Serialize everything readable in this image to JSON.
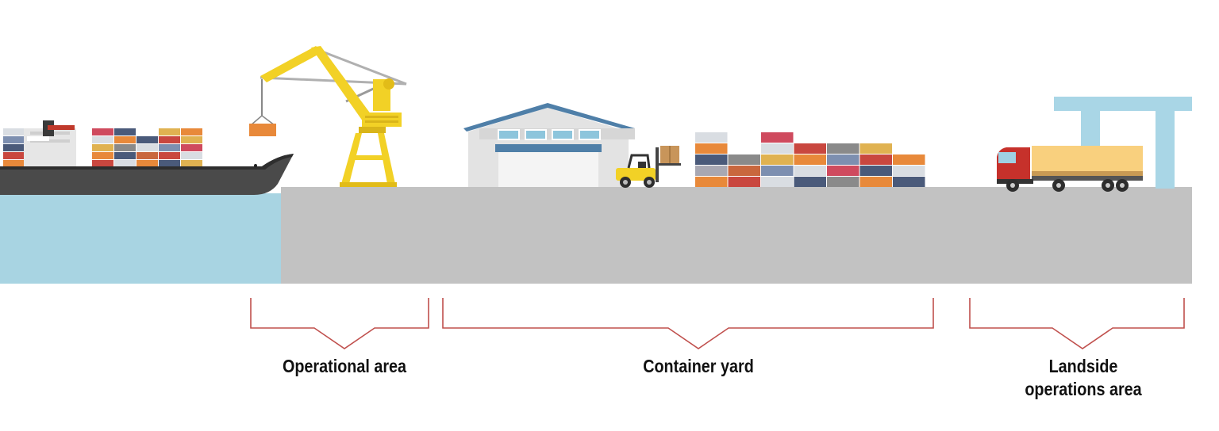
{
  "zones": [
    {
      "label": "Operational area"
    },
    {
      "label": "Container yard"
    },
    {
      "label_line1": "Landside",
      "label_line2": "operations area"
    }
  ],
  "colors": {
    "water": "#a8d4e2",
    "ground": "#c2c2c2",
    "hull": "#4a4a4a",
    "crane": "#f2d126",
    "bracket": "#c0504d",
    "warehouse_roof": "#4f7fa8",
    "gantry": "#a9d6e6",
    "truck_cab": "#c6312b",
    "trailer": "#f9d07e",
    "container_palette": [
      "#e8893a",
      "#c9473f",
      "#4a5a7a",
      "#d9dde2",
      "#e0b251",
      "#7d8fb0",
      "#cf4a5e",
      "#8a8a8a",
      "#c9673e",
      "#a8a8b3"
    ]
  },
  "icons": [
    "ship-icon",
    "harbor-crane-icon",
    "warehouse-icon",
    "forklift-icon",
    "container-stack-icon",
    "truck-icon",
    "gantry-crane-icon"
  ]
}
